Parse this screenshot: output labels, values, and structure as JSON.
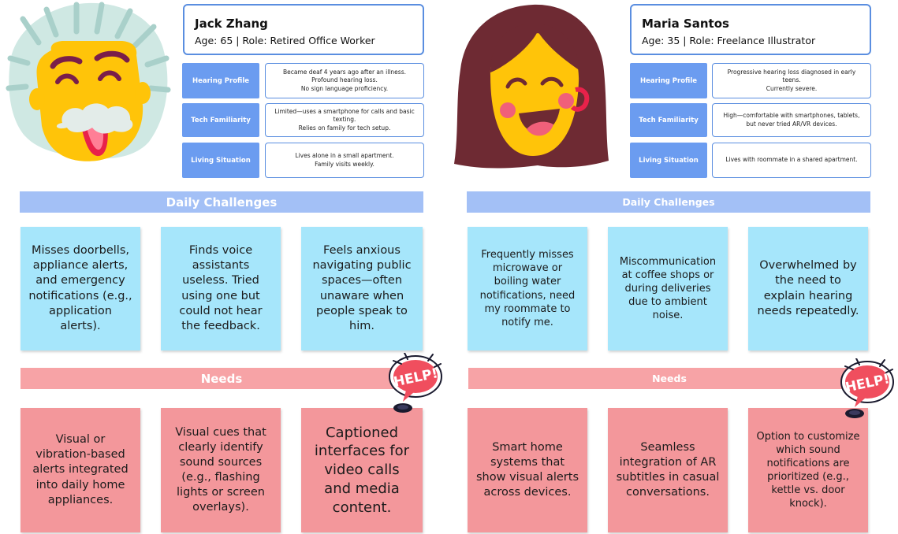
{
  "personas": [
    {
      "name": "Jack Zhang",
      "meta": "Age: 65  | Role: Retired Office Worker",
      "profile": [
        {
          "label": "Hearing Profile",
          "value": "Became deaf 4 years ago after an illness.\nProfound hearing loss.\nNo sign language proficiency."
        },
        {
          "label": "Tech Familiarity",
          "value": "Limited—uses a smartphone for calls and basic texting.\nRelies on family for tech setup."
        },
        {
          "label": "Living Situation",
          "value": "Lives alone in a small apartment.\nFamily visits weekly."
        }
      ],
      "challenges_title": "Daily Challenges",
      "challenges": [
        "Misses doorbells, appliance alerts, and emergency notifications (e.g., application alerts).",
        "Finds voice assistants useless. Tried using one but could not hear the feedback.",
        "Feels anxious navigating public spaces—often unaware when people speak to him."
      ],
      "needs_title": "Needs",
      "needs": [
        "Visual or vibration-based alerts integrated into daily home appliances.",
        "Visual cues that clearly identify sound sources (e.g., flashing lights or screen overlays).",
        "Captioned interfaces for video calls and media content."
      ],
      "help_sticker": "HELP!"
    },
    {
      "name": "Maria Santos",
      "meta": "Age: 35  | Role: Freelance Illustrator",
      "profile": [
        {
          "label": "Hearing Profile",
          "value": "Progressive hearing loss diagnosed in early teens.\nCurrently severe."
        },
        {
          "label": "Tech Familiarity",
          "value": "High—comfortable with smartphones, tablets,\nbut never tried AR/VR devices."
        },
        {
          "label": "Living Situation",
          "value": "Lives with roommate in a shared apartment."
        }
      ],
      "challenges_title": "Daily Challenges",
      "challenges": [
        "Frequently misses microwave or boiling water notifications, need my roommate to notify me.",
        "Miscommunication at coffee shops or during deliveries due to ambient noise.",
        "Overwhelmed by the need to explain hearing needs repeatedly."
      ],
      "needs_title": "Needs",
      "needs": [
        "Smart home systems that show visual alerts across devices.",
        "Seamless integration of AR subtitles in casual conversations.",
        "Option to customize which sound notifications are prioritized (e.g., kettle vs. door knock)."
      ],
      "help_sticker": "HELP!"
    }
  ],
  "colors": {
    "card_border": "#5a8ee0",
    "label_bg": "#6b9cf0",
    "challenges_bar": "#a3c0f6",
    "needs_bar": "#f7a3a6",
    "challenge_note": "#a6e6fb",
    "need_note": "#f3979b"
  }
}
